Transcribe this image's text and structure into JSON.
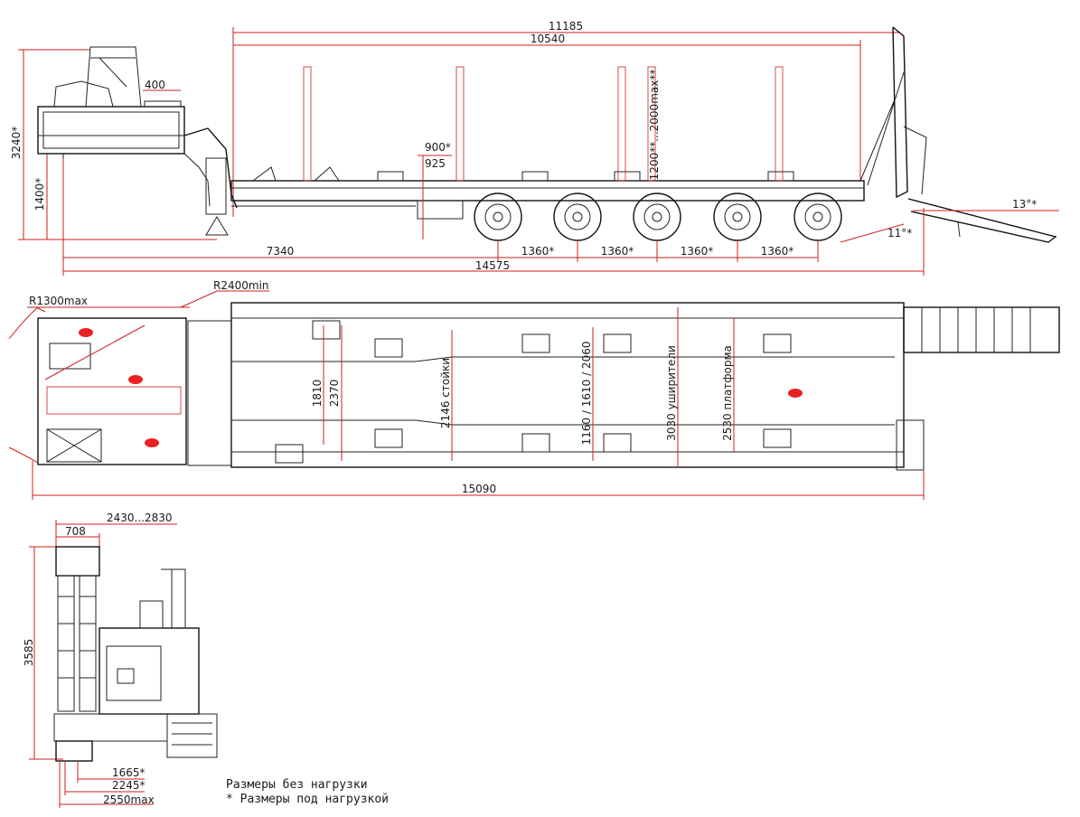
{
  "side_view": {
    "overall_length_top": "11185",
    "platform_length": "10540",
    "crane_width_label": "400",
    "front_height": "3240*",
    "fifth_wheel_height": "1400*",
    "deck_height_loaded": "900*",
    "deck_height": "925",
    "stake_height": "1200**...2000max**",
    "ramp_angle": "13°*",
    "rear_angle": "11°*",
    "kingpin_to_axle": "7340",
    "axle_spacings": [
      "1360*",
      "1360*",
      "1360*",
      "1360*"
    ],
    "overall_length_bottom": "14575"
  },
  "top_view": {
    "turn_radius_front": "R1300max",
    "turn_radius_min": "R2400min",
    "dim_1810": "1810",
    "dim_2370": "2370",
    "stake_width": "2146 стойки",
    "extension_widths": "1160 / 1610 / 2060",
    "extender_width": "3030 уширители",
    "platform_width": "2530 платформа",
    "overall_length": "15090"
  },
  "front_view": {
    "width_range": "2430...2830",
    "dim_708": "708",
    "height": "3585",
    "track_1": "1665*",
    "track_2": "2245*",
    "max_width": "2550max"
  },
  "notes": [
    "Размеры без нагрузки",
    "* Размеры под нагрузкой"
  ]
}
